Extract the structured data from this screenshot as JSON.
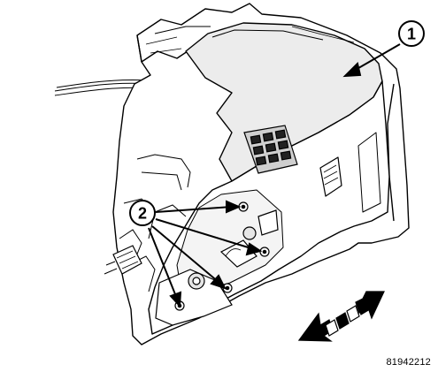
{
  "figure": {
    "callouts": [
      {
        "label": "1"
      },
      {
        "label": "2"
      }
    ],
    "figure_id": "81942212",
    "colors": {
      "line": "#000000",
      "fill": "#ffffff",
      "shade": "#d9d9d9"
    }
  }
}
